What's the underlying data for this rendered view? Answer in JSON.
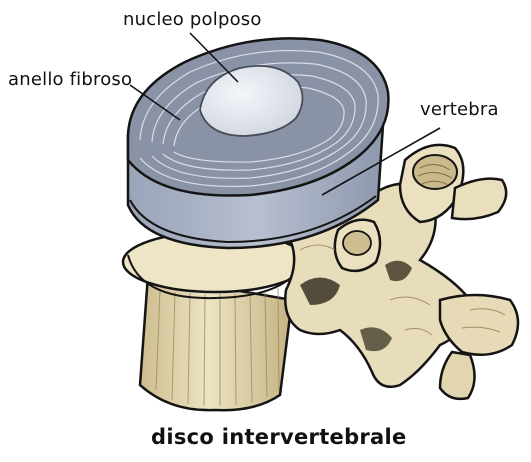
{
  "labels": {
    "nucleus": "nucleo polposo",
    "annulus": "anello fibroso",
    "vertebra": "vertebra"
  },
  "caption": "disco intervertebrale",
  "colors": {
    "disc_rings": "#7f8898",
    "disc_side": "#a7b0c3",
    "nucleus": "#e6e9ef",
    "bone": "#e7dcb8",
    "bone_shadow": "#b8a679",
    "ink": "#141414"
  }
}
